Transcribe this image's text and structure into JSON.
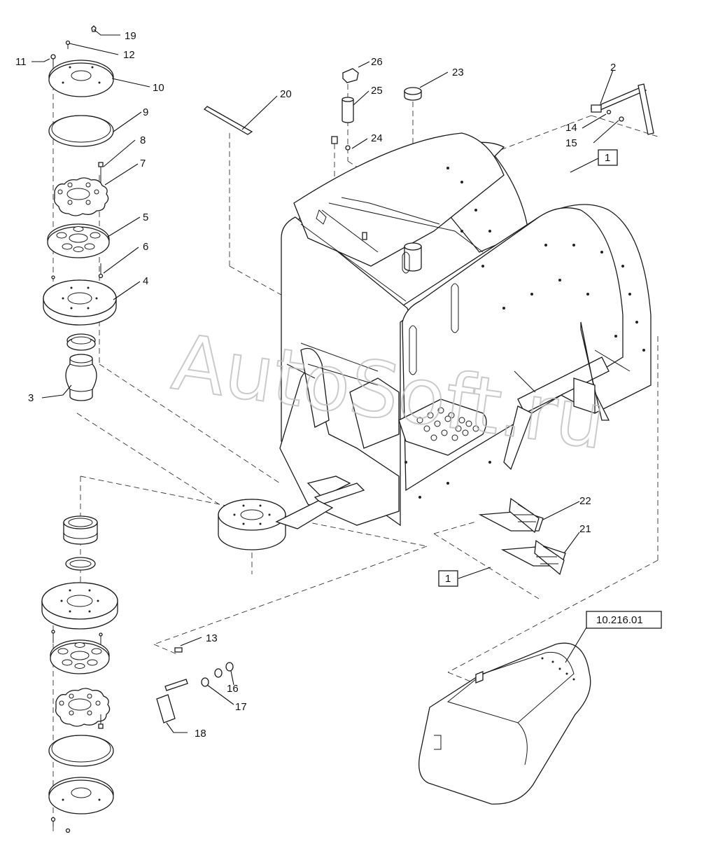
{
  "watermark": "AutoSoft.ru",
  "callouts": {
    "c1a": "1",
    "c1b": "1",
    "c2": "2",
    "c3": "3",
    "c4": "4",
    "c5": "5",
    "c6": "6",
    "c7": "7",
    "c8": "8",
    "c9": "9",
    "c10": "10",
    "c11": "11",
    "c12": "12",
    "c13": "13",
    "c14": "14",
    "c15": "15",
    "c16": "16",
    "c17": "17",
    "c18": "18",
    "c19": "19",
    "c20": "20",
    "c21": "21",
    "c22": "22",
    "c23": "23",
    "c24": "24",
    "c25": "25",
    "c26": "26",
    "ref": "10.216.01"
  }
}
